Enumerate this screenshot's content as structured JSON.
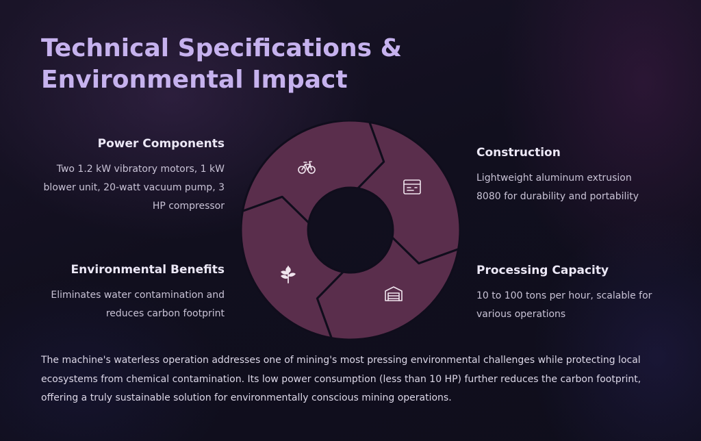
{
  "title": "Technical Specifications & Environmental Impact",
  "sections": {
    "power_components": {
      "heading": "Power Components",
      "text": "Two 1.2 kW vibratory motors, 1 kW blower unit, 20-watt vacuum pump, 3 HP compressor",
      "icon": "bicycle-icon"
    },
    "construction": {
      "heading": "Construction",
      "text": "Lightweight aluminum extrusion 8080 for durability and portability",
      "icon": "panel-icon"
    },
    "environmental_benefits": {
      "heading": "Environmental Benefits",
      "text": "Eliminates water contamination and reduces carbon footprint",
      "icon": "leaf-icon"
    },
    "processing_capacity": {
      "heading": "Processing Capacity",
      "text": "10 to 100 tons per hour, scalable for various operations",
      "icon": "warehouse-icon"
    }
  },
  "footer": "The machine's waterless operation addresses one of mining's most pressing environmental challenges while protecting local ecosystems from chemical contamination. Its low power consumption (less than 10 HP) further reduces the carbon footprint, offering a truly sustainable solution for environmentally conscious mining operations.",
  "colors": {
    "segment_fill": "#5a2e4c",
    "segment_stroke": "#100d1c",
    "title": "#c6b2ee",
    "icon": "#f1e6ef"
  }
}
